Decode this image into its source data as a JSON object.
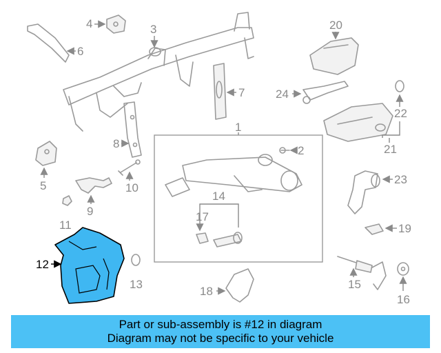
{
  "diagram": {
    "callouts": [
      "1",
      "2",
      "3",
      "4",
      "5",
      "6",
      "7",
      "8",
      "9",
      "10",
      "11",
      "12",
      "13",
      "14",
      "15",
      "16",
      "17",
      "18",
      "19",
      "20",
      "21",
      "22",
      "23",
      "24"
    ],
    "highlight_color": "#3fb7f2",
    "highlighted_part": "12"
  },
  "banner": {
    "line1": "Part or sub-assembly is #12 in diagram",
    "line2": "Diagram may not be specific to your vehicle",
    "background": "#4cc1f5"
  }
}
